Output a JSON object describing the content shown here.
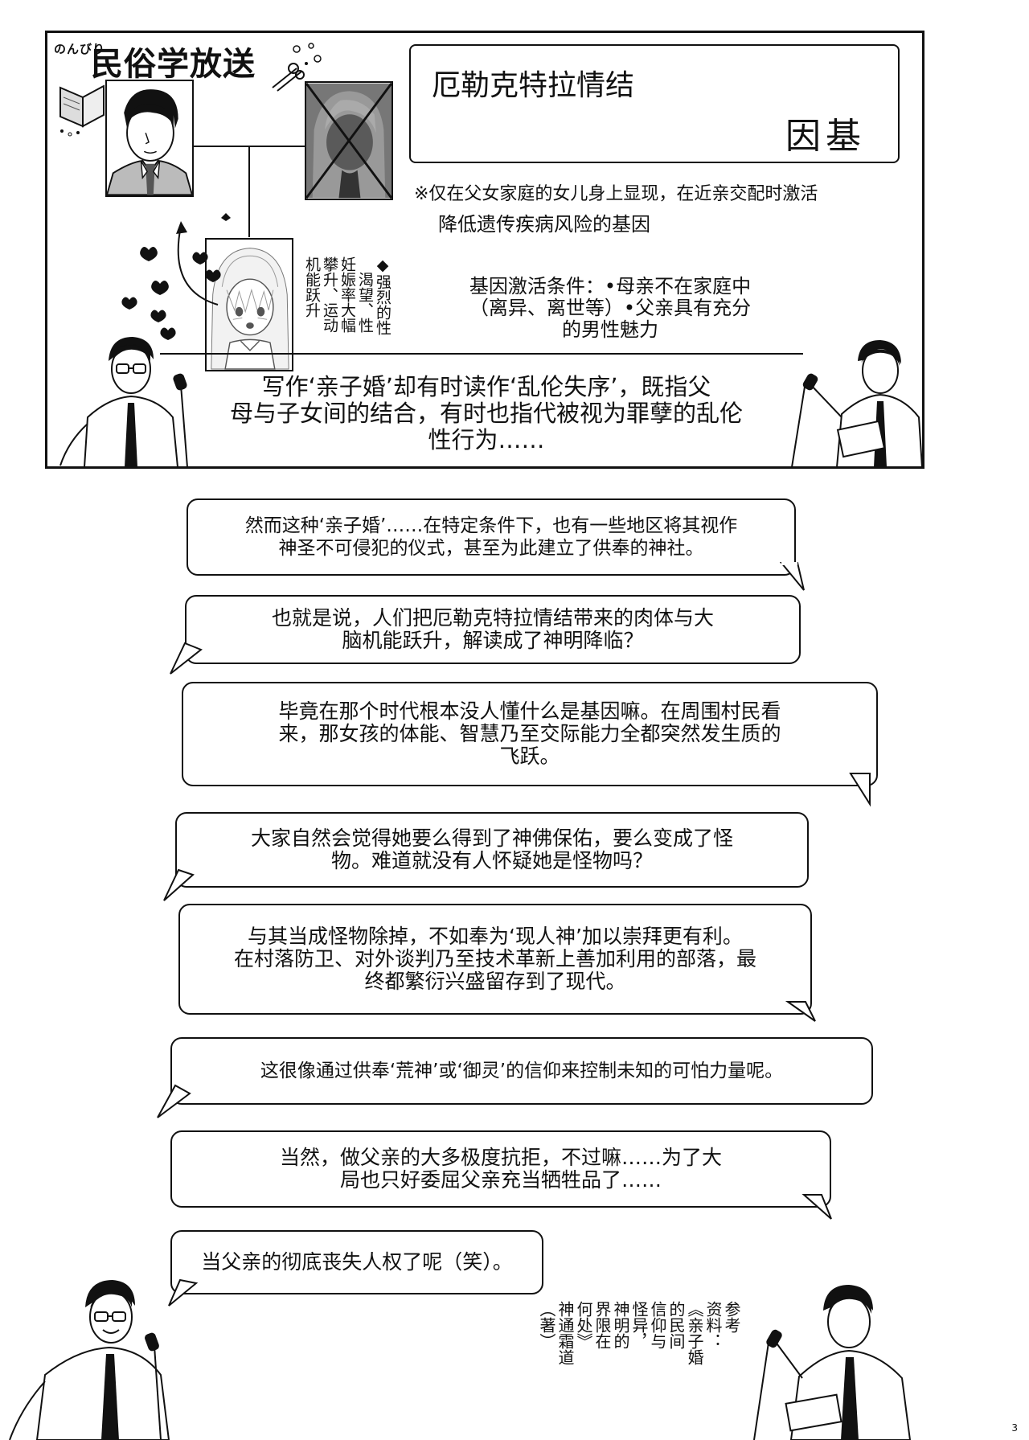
{
  "header": {
    "title_prefix": "のんびり",
    "title": "民俗学放送"
  },
  "term": {
    "name": "厄勒克特拉情结",
    "category": "因基",
    "note": "※仅在父女家庭的女儿身上显现，在近亲交配时激活",
    "description": "降低遗传疾病风险的基因"
  },
  "symptoms": {
    "text": "◆强烈的性\n　渴望、性\n妊娠率大幅\n攀升、运动\n机能跃升"
  },
  "activation": {
    "line1": "基因激活条件：•母亲不在家庭中",
    "line2": "（离异、离世等）•父亲具有充分",
    "line3": "的男性魅力"
  },
  "definition": {
    "line1": "写作‘亲子婚’却有时读作‘乱伦失序’，既指父",
    "line2": "母与子女间的结合，有时也指代被视为罪孽的乱伦",
    "line3": "性行为……"
  },
  "dialogue": [
    {
      "line1": "然而这种‘亲子婚’……在特定条件下，也有一些地区将其视作",
      "line2": "神圣不可侵犯的仪式，甚至为此建立了供奉的神社。"
    },
    {
      "line1": "也就是说，人们把厄勒克特拉情结带来的肉体与大",
      "line2": "脑机能跃升，解读成了神明降临？"
    },
    {
      "line1": "毕竟在那个时代根本没人懂什么是基因嘛。在周围村民看",
      "line2": "来，那女孩的体能、智慧乃至交际能力全都突然发生质的",
      "line3": "飞跃。"
    },
    {
      "line1": "大家自然会觉得她要么得到了神佛保佑，要么变成了怪",
      "line2": "物。难道就没有人怀疑她是怪物吗？"
    },
    {
      "line1": "与其当成怪物除掉，不如奉为‘现人神’加以崇拜更有利。",
      "line2": "在村落防卫、对外谈判乃至技术革新上善加利用的部落，最",
      "line3": "终都繁衍兴盛留存到了现代。"
    },
    {
      "line1": "这很像通过供奉‘荒神’或‘御灵’的信仰来控制未知的可怕力量呢。"
    },
    {
      "line1": "当然，做父亲的大多极度抗拒，不过嘛……为了大",
      "line2": "局也只好委屈父亲充当牺牲品了……"
    },
    {
      "line1": "当父亲的彻底丧失人权了呢（笑）。"
    }
  ],
  "reference": {
    "col1": "参考",
    "col2": "资料：",
    "col3": "《亲子婚",
    "col4": "的民间",
    "col5": "信仰与",
    "col6": "怪异，",
    "col7": "神明的",
    "col8": "界限在",
    "col9": "何处》",
    "col10": "神通霜道",
    "col11": "（著）"
  },
  "page": {
    "number": "3"
  }
}
